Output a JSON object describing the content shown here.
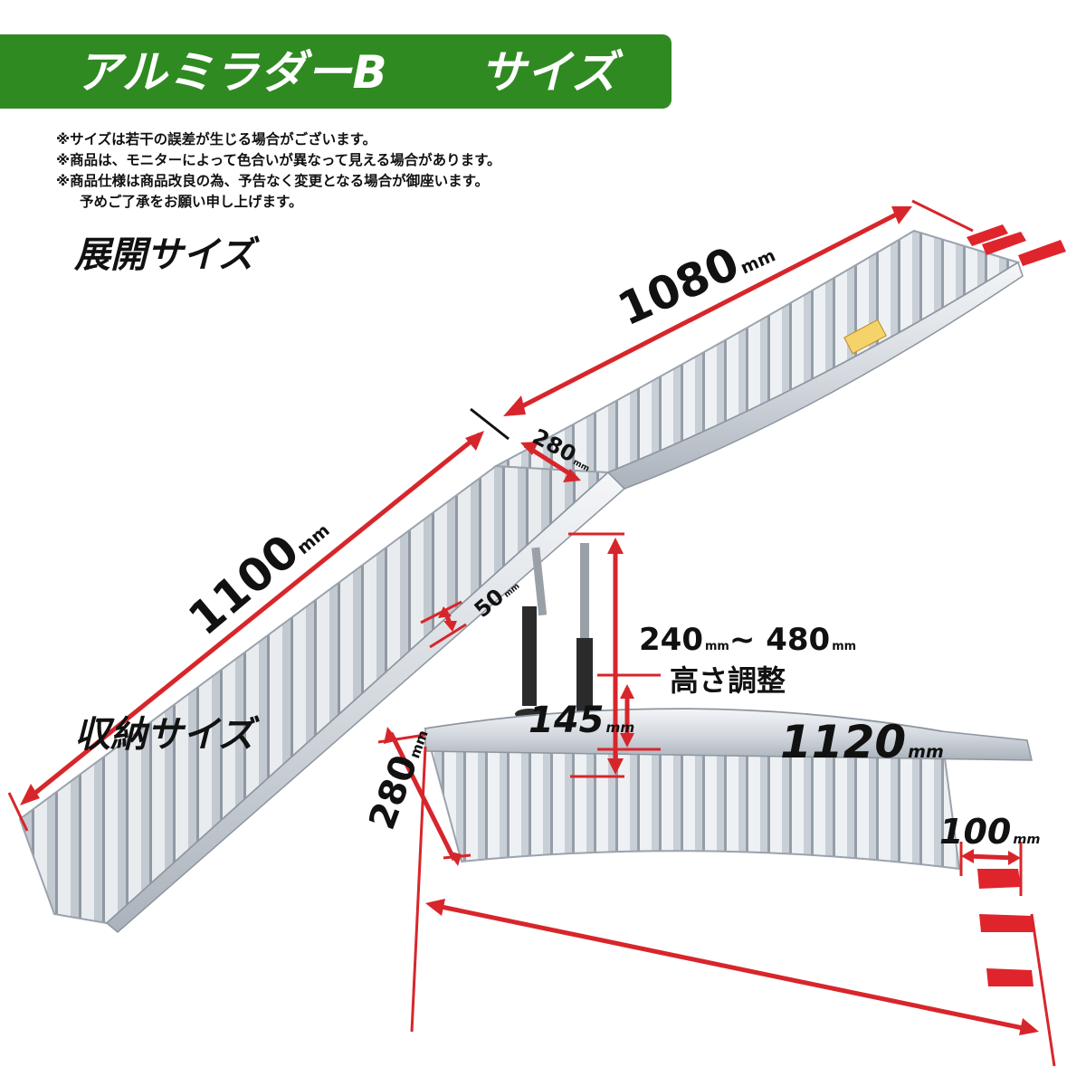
{
  "header": {
    "title": "アルミラダーB　　サイズ"
  },
  "notes": [
    "※サイズは若干の誤差が生じる場合がございます。",
    "※商品は、モニターによって色合いが異なって見える場合があります。",
    "※商品仕様は商品改良の為、予告なく変更となる場合が御座います。",
    "予めご了承をお願い申し上げます。"
  ],
  "deployed": {
    "title": "展開サイズ",
    "length_upper": "1080",
    "length_lower": "1100",
    "width": "280",
    "rail_height": "50",
    "adjust_range_min": "240",
    "adjust_range_tilde": "~",
    "adjust_range_max": "480",
    "adjust_label": "高さ調整"
  },
  "stored": {
    "title": "収納サイズ",
    "width": "280",
    "height": "145",
    "length": "1120",
    "hook_length": "100"
  },
  "unit": "mm",
  "colors": {
    "banner": "#2f8a22",
    "dimension_line": "#d7262b",
    "hook": "#e0242c",
    "aluminum": "#d9dde2"
  }
}
